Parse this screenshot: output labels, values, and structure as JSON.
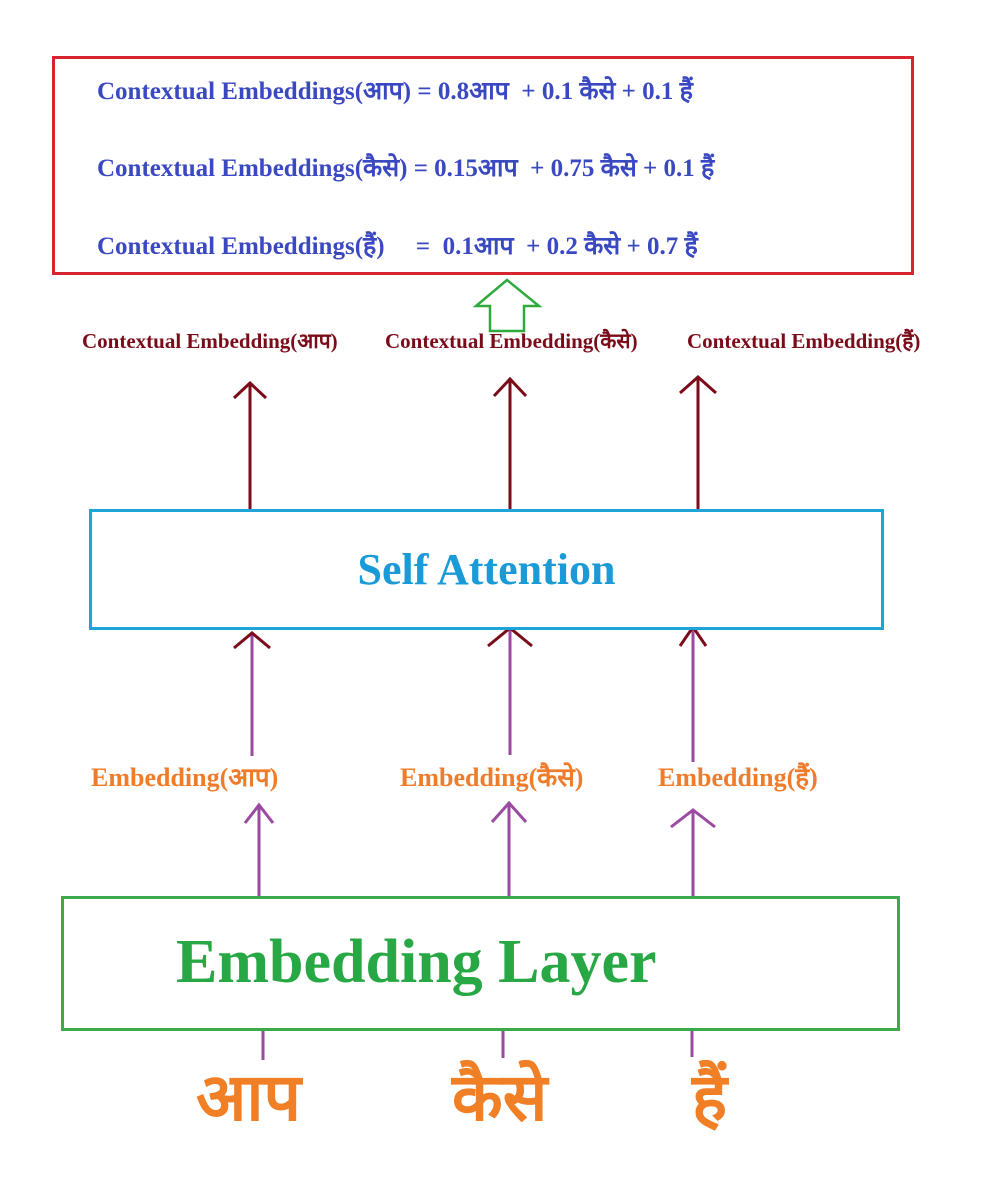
{
  "output_box": {
    "equations": [
      "Contextual Embeddings(आप) = 0.8आप  + 0.1 कैसे + 0.1 हैं",
      "Contextual Embeddings(कैसे) = 0.15आप  + 0.75 कैसे + 0.1 हैं",
      "Contextual Embeddings(हैं)     =  0.1आप  + 0.2 कैसे + 0.7 हैं"
    ],
    "weights": [
      {
        "token": "आप",
        "आप": 0.8,
        "कैसे": 0.1,
        "हैं": 0.1
      },
      {
        "token": "कैसे",
        "आप": 0.15,
        "कैसे": 0.75,
        "हैं": 0.1
      },
      {
        "token": "हैं",
        "आप": 0.1,
        "कैसे": 0.2,
        "हैं": 0.7
      }
    ]
  },
  "contextual_labels": [
    "Contextual Embedding(आप)",
    "Contextual Embedding(कैसे)",
    "Contextual Embedding(हैं)"
  ],
  "self_attention": {
    "title": "Self Attention"
  },
  "embedding_labels": [
    "Embedding(आप)",
    "Embedding(कैसे)",
    "Embedding(हैं)"
  ],
  "embedding_layer": {
    "title": "Embedding Layer"
  },
  "tokens": [
    "आप",
    "कैसे",
    "हैं"
  ],
  "colors": {
    "output_box_border": "#d6252f",
    "equation_text": "#3a48c2",
    "contextual_label": "#7a0c1a",
    "self_attention_border": "#1ea4d8",
    "self_attention_text": "#1a9ad6",
    "embedding_label": "#ef7c2b",
    "embedding_layer_border": "#3aaa4d",
    "embedding_layer_text": "#27a844",
    "token_text": "#f07f26",
    "purple_arrow": "#9a4aa0",
    "dark_arrow": "#7a0c1a",
    "green_arrow": "#2eaa3c"
  }
}
